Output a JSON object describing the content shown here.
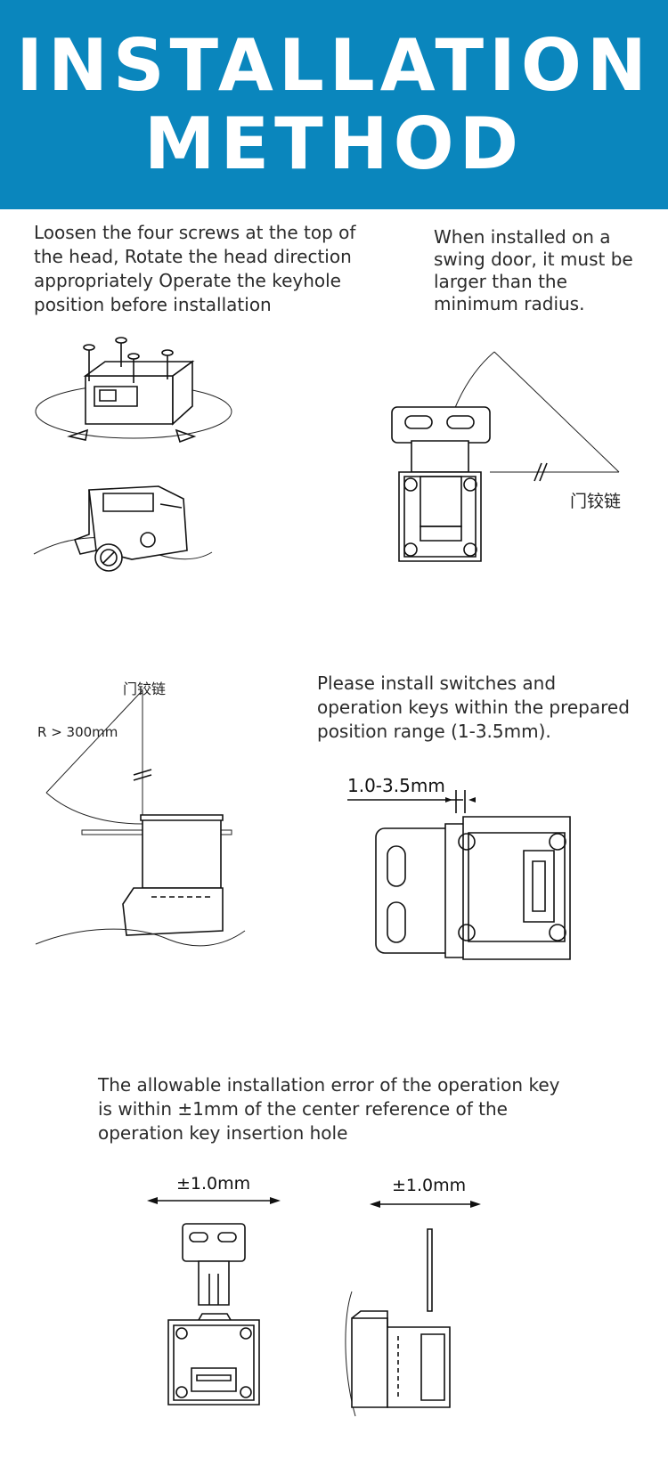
{
  "header": {
    "title_line1": "INSTALLATION",
    "title_line2": "METHOD"
  },
  "section1": {
    "left_text": "Loosen the four screws at the top of the head, Rotate the head direction appropriately Operate the keyhole position before installation",
    "right_text": "When installed on a swing door, it must be larger than the minimum radius.",
    "hinge_label": "门铰链"
  },
  "section2": {
    "hinge_label": "门铰链",
    "radius_label": "R > 300mm",
    "right_text": "Please install switches and operation keys within the prepared position range (1-3.5mm).",
    "range_label": "1.0-3.5mm"
  },
  "section3": {
    "text": "The allowable installation error of the operation key is within ±1mm of the center reference of the operation key insertion hole",
    "tolerance_left": "±1.0mm",
    "tolerance_right": "±1.0mm"
  }
}
